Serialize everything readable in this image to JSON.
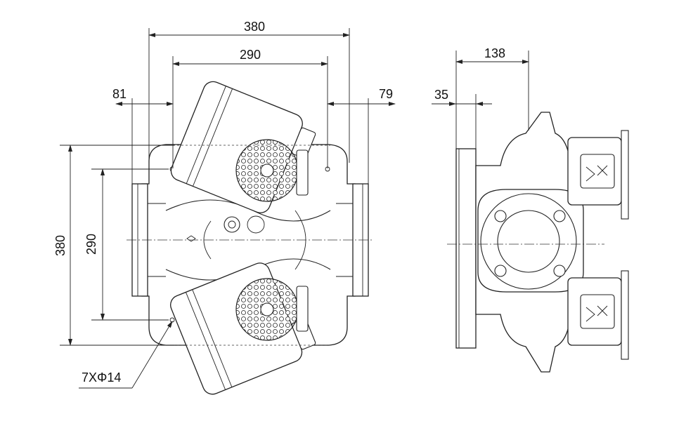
{
  "dimensions": {
    "top_overall": "380",
    "top_inner": "290",
    "left_offset": "81",
    "right_offset": "79",
    "left_overall": "380",
    "left_inner": "290",
    "side_depth": "138",
    "side_flange": "35",
    "holes_callout": "7XΦ14"
  }
}
